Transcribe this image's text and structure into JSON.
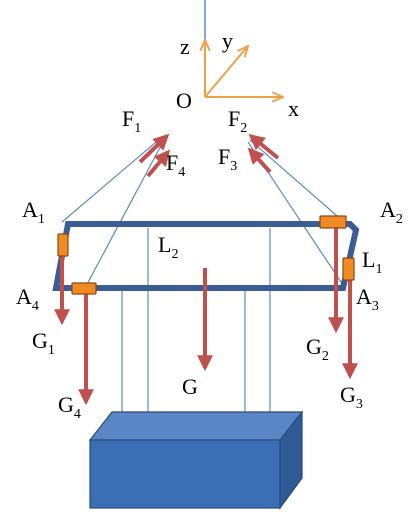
{
  "axes": {
    "origin": "O",
    "x": "x",
    "y": "y",
    "z": "z"
  },
  "forces": {
    "F1": {
      "main": "F",
      "sub": "1"
    },
    "F2": {
      "main": "F",
      "sub": "2"
    },
    "F3": {
      "main": "F",
      "sub": "3"
    },
    "F4": {
      "main": "F",
      "sub": "4"
    }
  },
  "corners": {
    "A1": {
      "main": "A",
      "sub": "1"
    },
    "A2": {
      "main": "A",
      "sub": "2"
    },
    "A3": {
      "main": "A",
      "sub": "3"
    },
    "A4": {
      "main": "A",
      "sub": "4"
    }
  },
  "lengths": {
    "L1": {
      "main": "L",
      "sub": "1"
    },
    "L2": {
      "main": "L",
      "sub": "2"
    }
  },
  "weights": {
    "G": "G",
    "G1": {
      "main": "G",
      "sub": "1"
    },
    "G2": {
      "main": "G",
      "sub": "2"
    },
    "G3": {
      "main": "G",
      "sub": "3"
    },
    "G4": {
      "main": "G",
      "sub": "4"
    }
  },
  "colors": {
    "axis": "#f0a04b",
    "rope": "#5b8bc4",
    "frame": "#3a5d96",
    "force_arrow": "#c0504d",
    "clamp": "#f08a24",
    "box_front": "#3a6fb5",
    "box_top": "#5b86c6",
    "box_side": "#2e5a96"
  }
}
